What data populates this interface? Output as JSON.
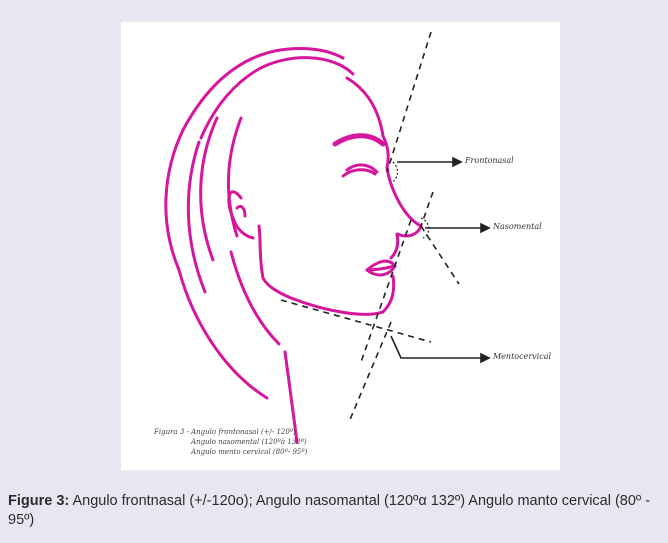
{
  "figure": {
    "labels": {
      "frontonasal": "Frontonasal",
      "nasomental": "Nasomental",
      "mentocervical": "Mentocervical"
    },
    "inner_caption": {
      "line1": "Figura 3 - Angulo frontonasal (+/- 120º)",
      "line2": "Angulo nasomental (120ºà 132º)",
      "line3": "Angulo mento cervical (80º- 95º)"
    },
    "colors": {
      "outline": "#d4179c",
      "dashes": "#222222"
    }
  },
  "caption": {
    "label": "Figure 3:",
    "text": " Angulo frontnasal (+/-120o);  Angulo nasomantal (120ºα 132º) Angulo manto cervical (80º - 95º)"
  }
}
